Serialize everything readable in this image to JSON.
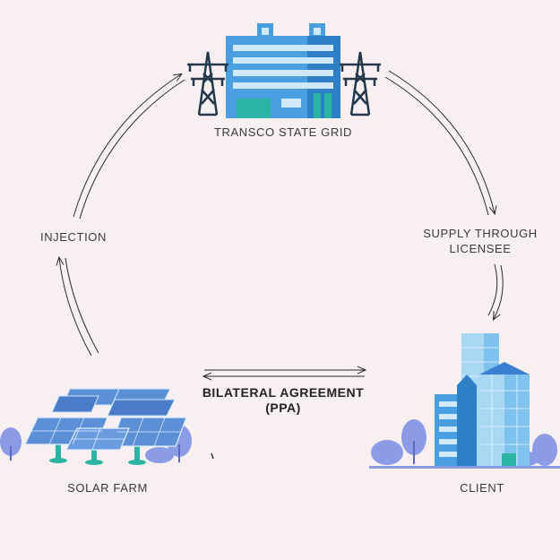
{
  "nodes": {
    "grid": "TRANSCO STATE GRID",
    "injection": "INJECTION",
    "supply_line1": "SUPPLY THROUGH",
    "supply_line2": "LICENSEE",
    "solar": "SOLAR FARM",
    "client": "CLIENT"
  },
  "agreement": {
    "line1": "BILATERAL AGREEMENT",
    "line2": "(PPA)"
  },
  "colors": {
    "background": "#f7eff0",
    "building_blue": "#4a9fe0",
    "building_dark": "#2f7fc6",
    "window_light": "#cfe8fb",
    "accent_teal": "#2bb3a3",
    "tower": "#22384d",
    "tree": "#8b9be6",
    "panel": "#5b8fd6",
    "arrow": "#2a2a2a"
  }
}
